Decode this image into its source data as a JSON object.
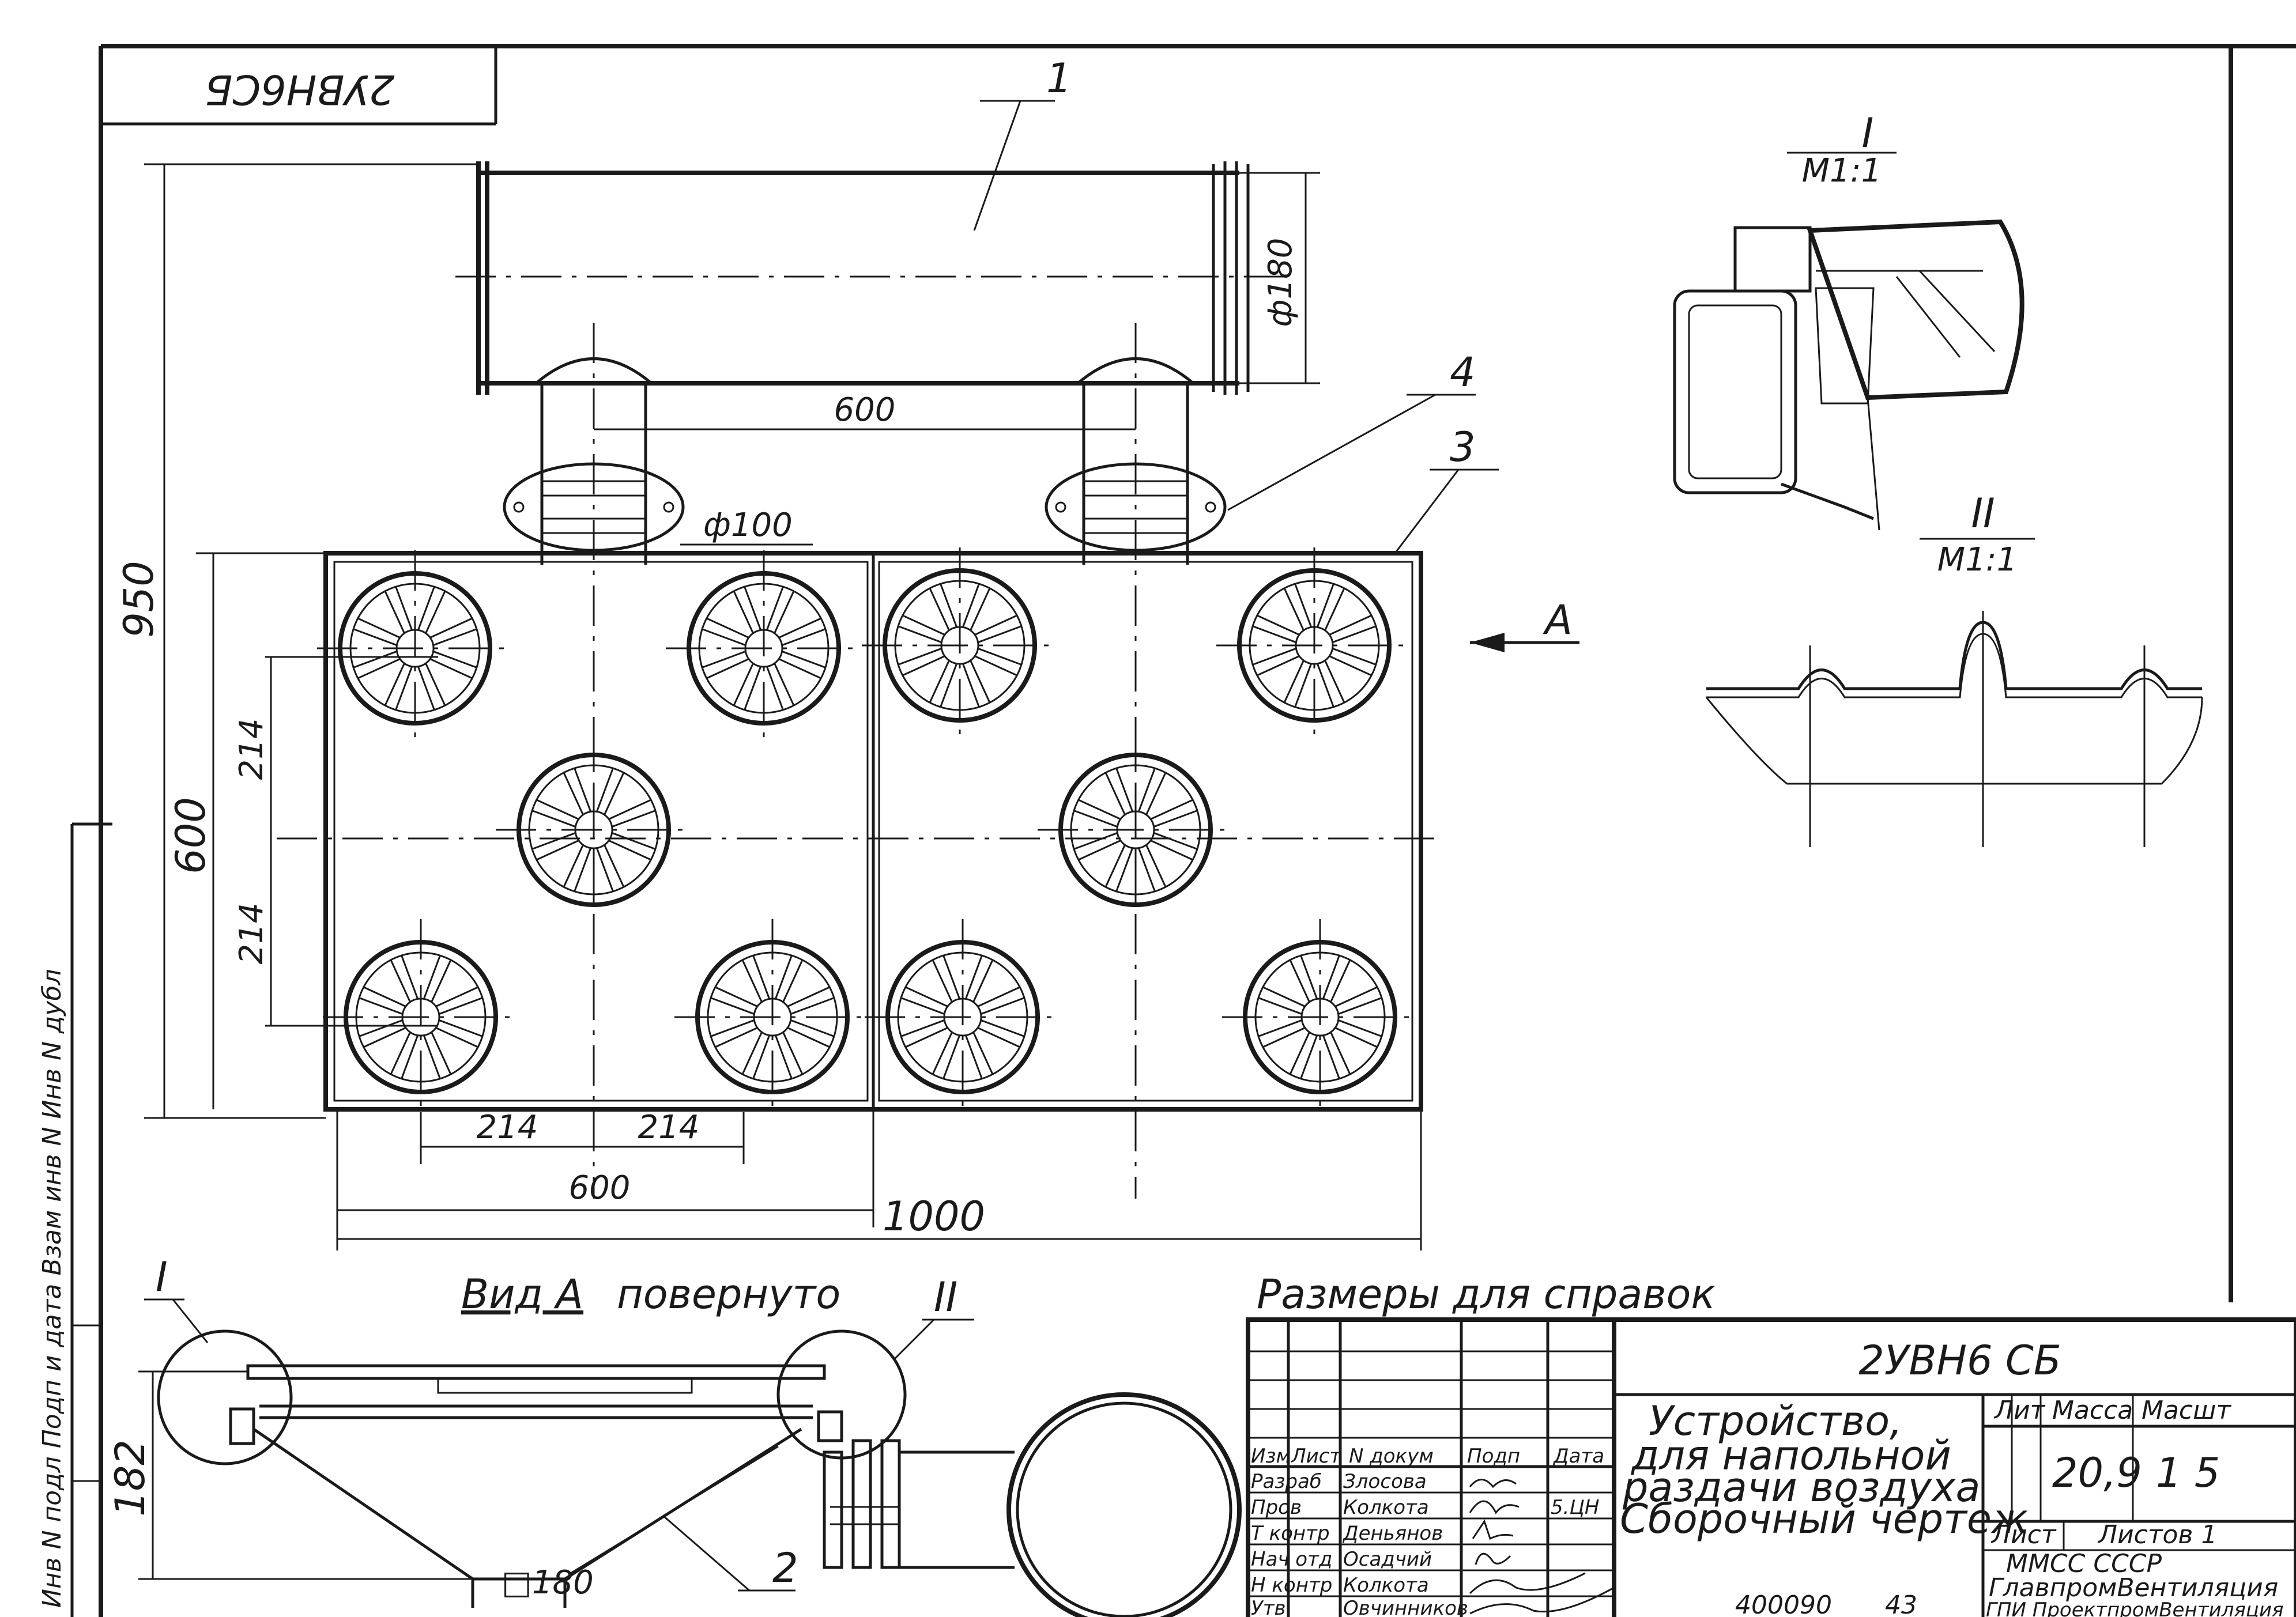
{
  "title_block": {
    "code_rotated": "2УВН6СБ",
    "designation": "2УВН6 СБ",
    "name_line1": "Устройство,",
    "name_line2": "для напольной",
    "name_line3": "раздачи воздуха",
    "name_line4": "Сборочный чертеж",
    "lit_label": "Лит",
    "mass_label": "Масса",
    "scale_label": "Масшт",
    "mass_value": "20,9",
    "scale_value": "1 5",
    "sheet_label": "Лист",
    "sheets_label": "Листов 1",
    "org1": "ММСС СССР",
    "org2": "ГлавпромВентиляция",
    "org3": "ГПИ ПроектпромВентиляция",
    "archive_no": "400090",
    "archive_sheet": "43",
    "header_row": [
      "Изм",
      "Лист",
      "N докум",
      "Подп",
      "Дата"
    ],
    "people": [
      {
        "role": "Разраб",
        "name": "Злосова"
      },
      {
        "role": "Пров",
        "name": "Колкота"
      },
      {
        "role": "Т контр",
        "name": "Деньянов"
      },
      {
        "role": "Нач отд",
        "name": "Осадчий"
      },
      {
        "role": "Н контр",
        "name": "Колкота"
      },
      {
        "role": "Утв",
        "name": "Овчинников"
      }
    ],
    "date_mark": "5.ЦН"
  },
  "notes": {
    "reference_dims": "Размеры для справок",
    "view_a_prefix": "Вид А",
    "view_a_suffix": "повернуто",
    "view_arrow_label": "А",
    "side_stamp": "Инв N подл  Подп и дата  Взам инв N  Инв N дубл"
  },
  "callouts": {
    "item1": "1",
    "item2": "2",
    "item3": "3",
    "item4": "4",
    "detail1": "I",
    "detail2": "II",
    "detail1_scale": "М1:1",
    "detail2_scale": "М1:1"
  },
  "dimensions": {
    "pipe_dia": "ф180",
    "centers": "600",
    "nozzle_dia": "ф100",
    "total_height": "950",
    "box_height": "600",
    "pitch_top": "214",
    "pitch_bottom": "214",
    "pitch_x1": "214",
    "pitch_x2": "214",
    "module_width": "600",
    "total_width": "1000",
    "view_height": "182",
    "outlet_size": "□180"
  }
}
